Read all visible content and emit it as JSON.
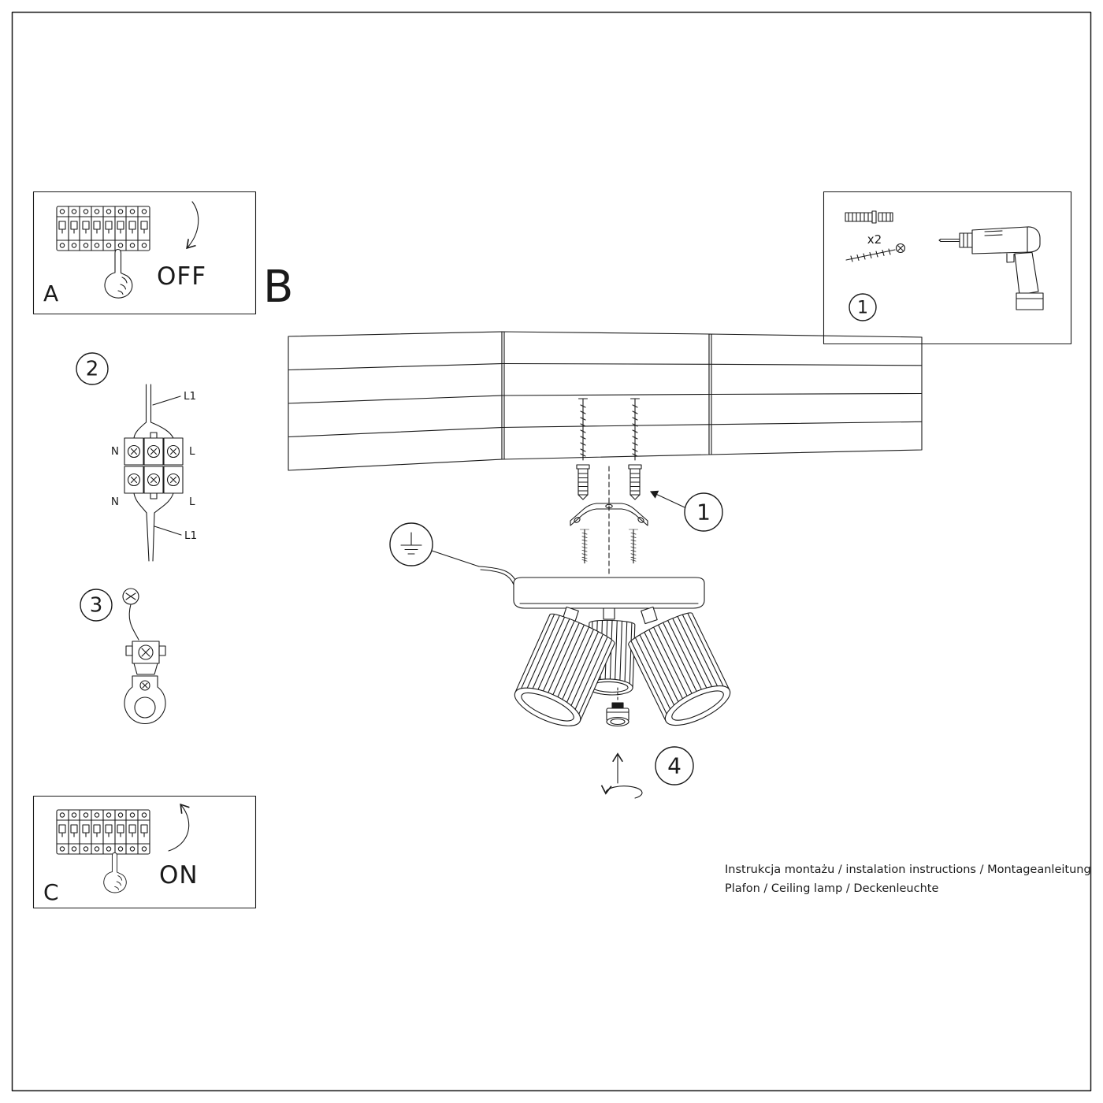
{
  "panels": {
    "a": {
      "label": "A",
      "switch_state": "OFF"
    },
    "b": {
      "label": "B"
    },
    "c": {
      "label": "C",
      "switch_state": "ON"
    }
  },
  "steps": {
    "s1_box": "1",
    "s1_pointer": "1",
    "s2": "2",
    "s3": "3",
    "s4": "4"
  },
  "hardware": {
    "anchor_qty": "x2"
  },
  "wiring": {
    "l1_top": "L1",
    "n_row1": "N",
    "l_row1": "L",
    "n_row2": "N",
    "l_row2": "L",
    "l1_bottom": "L1"
  },
  "footer": {
    "line1": "Instrukcja montażu / instalation instructions / Montageanleitung",
    "line2": "Plafon / Ceiling lamp / Deckenleuchte"
  }
}
